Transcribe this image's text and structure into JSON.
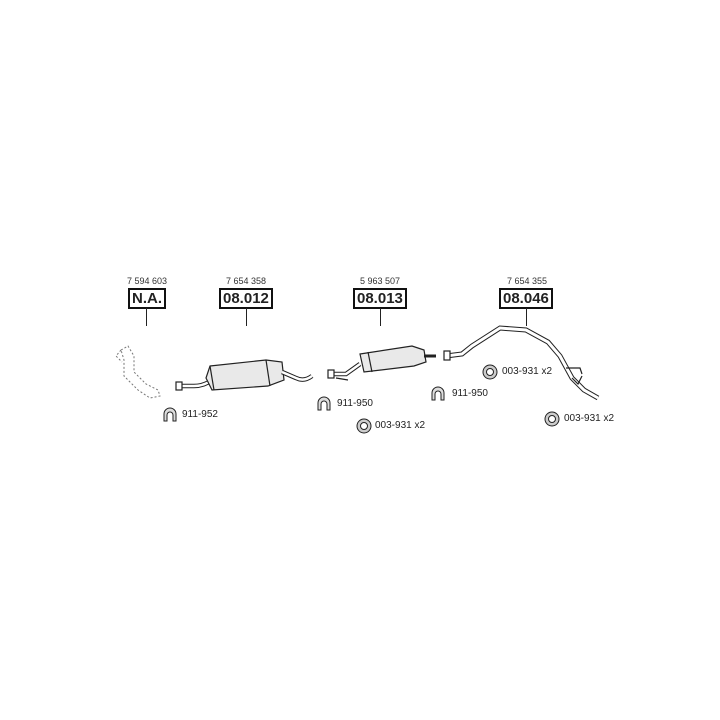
{
  "parts": [
    {
      "oem": "7 594 603",
      "code": "N.A."
    },
    {
      "oem": "7 654 358",
      "code": "08.012"
    },
    {
      "oem": "5 963 507",
      "code": "08.013"
    },
    {
      "oem": "7 654 355",
      "code": "08.046"
    }
  ],
  "hardware": [
    {
      "label": "911-952",
      "icon": "clamp-icon"
    },
    {
      "label": "911-950",
      "icon": "clamp-icon"
    },
    {
      "label": "003-931 x2",
      "icon": "gasket-ring-icon"
    },
    {
      "label": "911-950",
      "icon": "clamp-icon"
    },
    {
      "label": "003-931 x2",
      "icon": "gasket-ring-icon"
    },
    {
      "label": "003-931 x2",
      "icon": "gasket-ring-icon"
    }
  ]
}
